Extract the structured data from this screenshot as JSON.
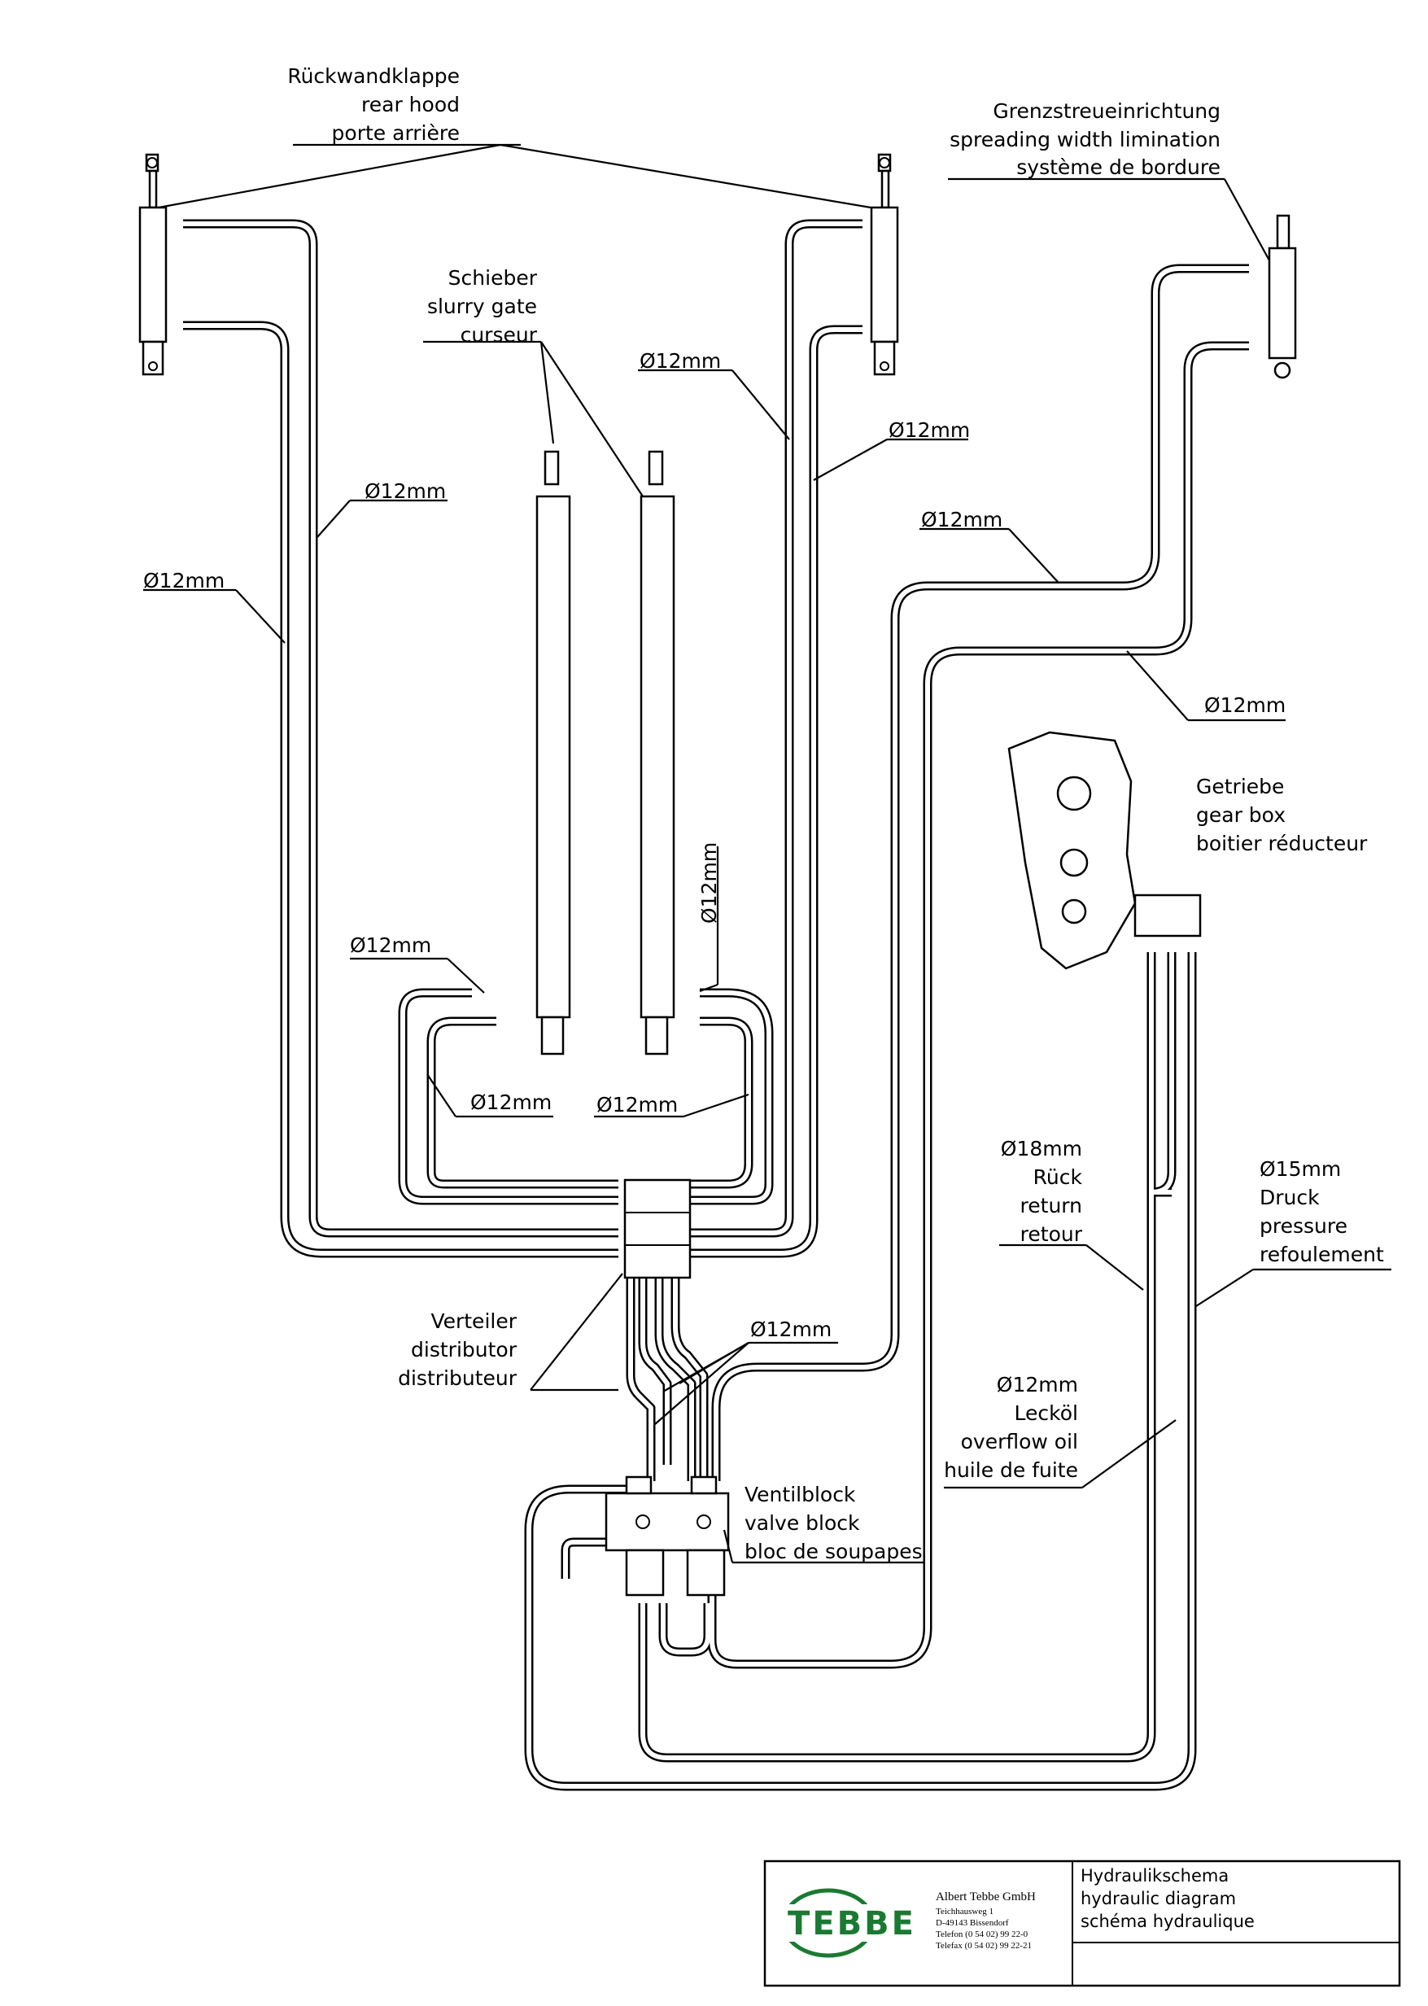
{
  "labels": {
    "rear_hood": [
      "Rückwandklappe",
      "rear hood",
      "porte arrière"
    ],
    "spreading": [
      "Grenzstreueinrichtung",
      "spreading width limination",
      "système de bordure"
    ],
    "slurry_gate": [
      "Schieber",
      "slurry gate",
      "curseur"
    ],
    "gear_box": [
      "Getriebe",
      "gear box",
      "boitier réducteur"
    ],
    "return_line": [
      "Ø18mm",
      "Rück",
      "return",
      "retour"
    ],
    "pressure_line": [
      "Ø15mm",
      "Druck",
      "pressure",
      "refoulement"
    ],
    "distributor": [
      "Verteiler",
      "distributor",
      "distributeur"
    ],
    "leak_oil": [
      "Ø12mm",
      "Lecköl",
      "overflow oil",
      "huile de fuite"
    ],
    "valve_block": [
      "Ventilblock",
      "valve block",
      "bloc de soupapes"
    ],
    "hose_size": "Ø12mm"
  },
  "title_block": {
    "company": "Albert Tebbe GmbH",
    "address": [
      "Teichhausweg 1",
      "D-49143 Bissendorf",
      "Telefon (0 54 02) 99 22-0",
      "Telefax (0 54 02) 99 22-21"
    ],
    "logo_text": "TEBBE",
    "titles": [
      "Hydraulikschema",
      "hydraulic diagram",
      "schéma hydraulique"
    ],
    "logo_color": "#1a7a32"
  }
}
